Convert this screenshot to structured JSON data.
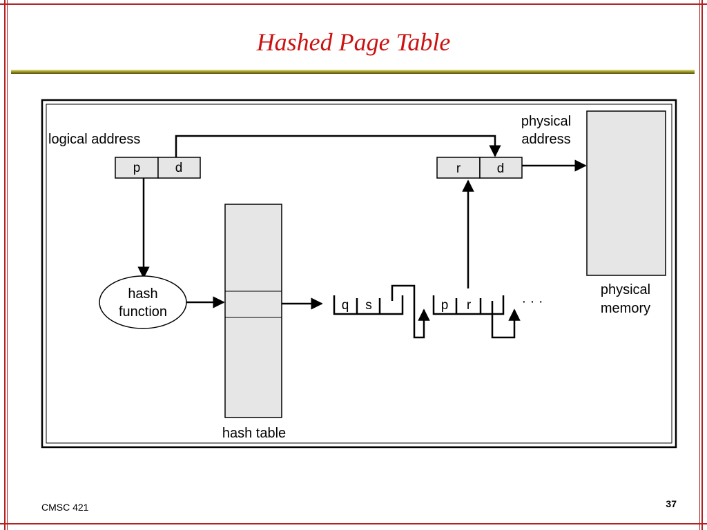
{
  "slide": {
    "title": "Hashed Page Table",
    "footer_left": "CMSC 421",
    "page_number": "37"
  },
  "diagram": {
    "logical_address_label": "logical address",
    "logical_fields": [
      "p",
      "d"
    ],
    "physical_address_label": [
      "physical",
      "address"
    ],
    "physical_fields": [
      "r",
      "d"
    ],
    "hash_function_label": [
      "hash",
      "function"
    ],
    "hash_table_label": "hash table",
    "chain_entry_1": [
      "q",
      "s"
    ],
    "chain_entry_2": [
      "p",
      "r"
    ],
    "ellipsis": "· · ·",
    "physical_memory_label": [
      "physical",
      "memory"
    ]
  },
  "colors": {
    "frame": "#b22222",
    "title": "#cc1111",
    "box_fill": "#e6e6e6"
  }
}
